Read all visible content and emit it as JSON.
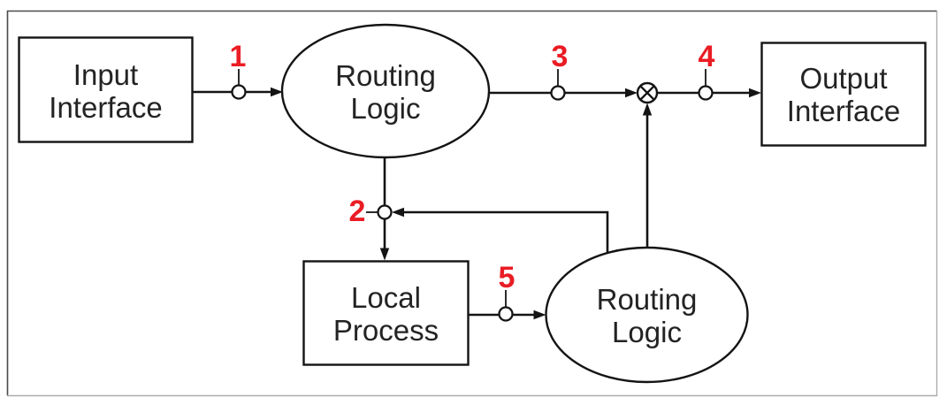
{
  "diagram": {
    "type": "block-diagram",
    "colors": {
      "background": "#ffffff",
      "line": "#141414",
      "text": "#232323",
      "marker": "#ea1c24",
      "node_fill": "#ffffff",
      "frame_dark": "#4a4a4a",
      "frame_light": "#ababab"
    },
    "nodes": [
      {
        "id": "input-interface",
        "shape": "rectangle",
        "line1": "Input",
        "line2": "Interface"
      },
      {
        "id": "routing-logic-top",
        "shape": "ellipse",
        "line1": "Routing",
        "line2": "Logic"
      },
      {
        "id": "output-interface",
        "shape": "rectangle",
        "line1": "Output",
        "line2": "Interface"
      },
      {
        "id": "local-process",
        "shape": "rectangle",
        "line1": "Local",
        "line2": "Process"
      },
      {
        "id": "routing-logic-bottom",
        "shape": "ellipse",
        "line1": "Routing",
        "line2": "Logic"
      }
    ],
    "points": [
      {
        "id": "p1",
        "label": "1"
      },
      {
        "id": "p2",
        "label": "2"
      },
      {
        "id": "p3",
        "label": "3"
      },
      {
        "id": "p4",
        "label": "4"
      },
      {
        "id": "p5",
        "label": "5"
      }
    ],
    "junction": {
      "id": "multiplier-junction",
      "symbol": "circled-times"
    }
  }
}
